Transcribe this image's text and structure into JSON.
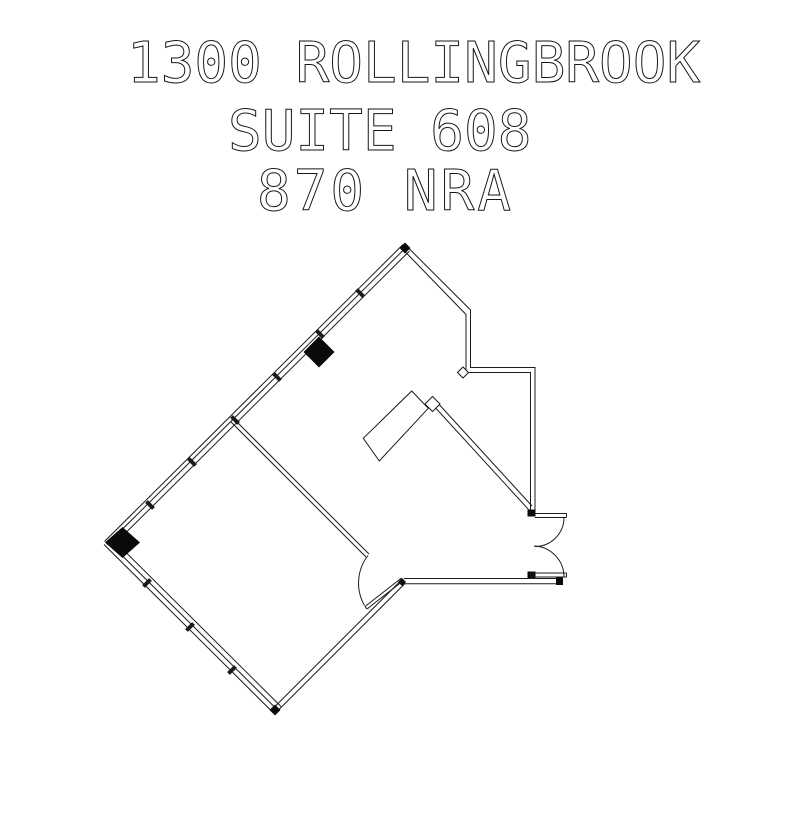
{
  "title": {
    "line1": "1300 ROLLINGBROOK",
    "line2": "SUITE 608",
    "line3": "870 NRA"
  },
  "drawing": {
    "ink_color": "#1b1b1b",
    "background_color": "#ffffff",
    "column_fill_color": "#0a0a0a"
  }
}
